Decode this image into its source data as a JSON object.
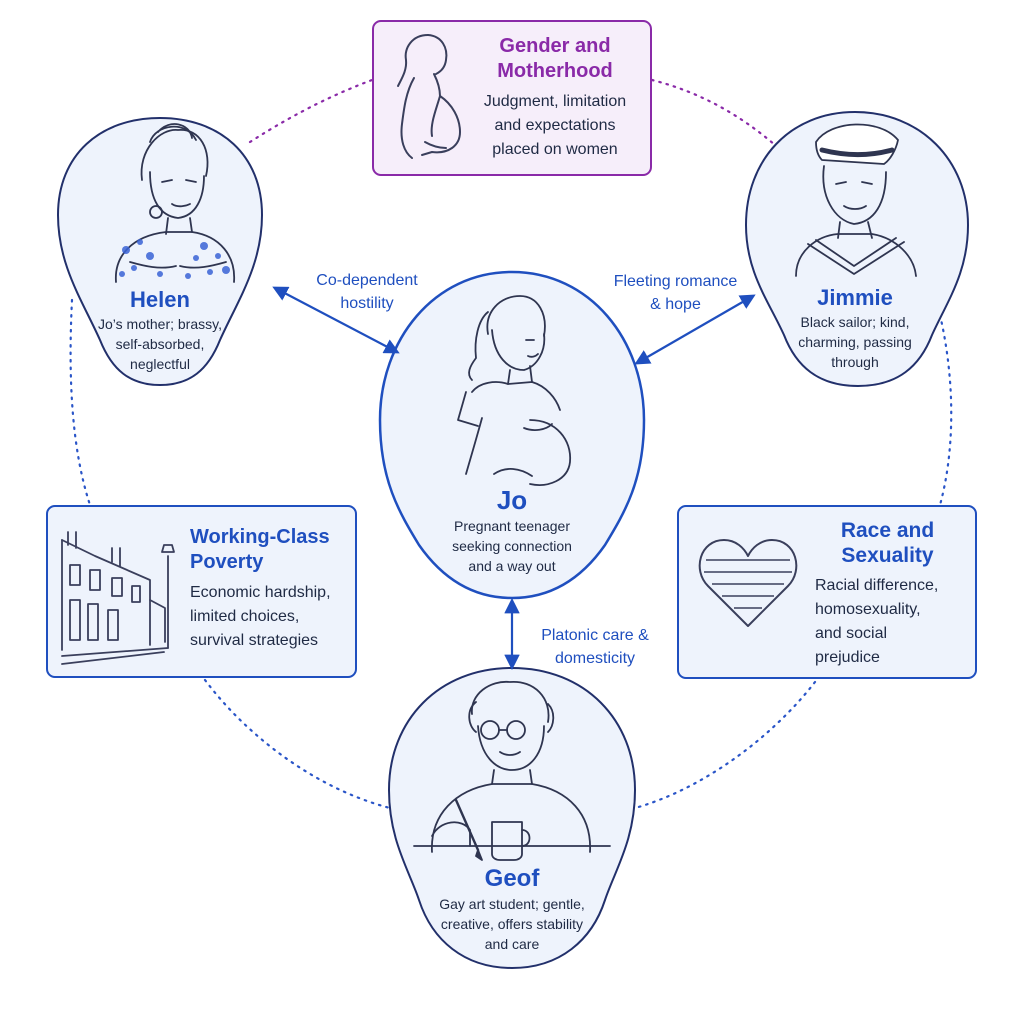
{
  "colors": {
    "primary": "#1f4fbf",
    "node_fill": "#eef3fc",
    "ink": "#1f2a44",
    "purple": "#8a2aa8",
    "purple_fill": "#f6eefa"
  },
  "characters": {
    "jo": {
      "name": "Jo",
      "desc": [
        "Pregnant teenager",
        "seeking connection",
        "and a way out"
      ]
    },
    "helen": {
      "name": "Helen",
      "desc": [
        "Jo’s mother; brassy,",
        "self-absorbed,",
        "neglectful"
      ]
    },
    "jimmie": {
      "name": "Jimmie",
      "desc": [
        "Black sailor; kind,",
        "charming, passing",
        "through"
      ]
    },
    "geof": {
      "name": "Geof",
      "desc": [
        "Gay art student; gentle,",
        "creative, offers stability",
        "and care"
      ]
    }
  },
  "relations": {
    "helen_jo": [
      "Co-dependent",
      "hostility"
    ],
    "jimmie_jo": [
      "Fleeting romance",
      "& hope"
    ],
    "geof_jo": [
      "Platonic care &",
      "domesticity"
    ]
  },
  "themes": {
    "gender": {
      "title": [
        "Gender and",
        "Motherhood"
      ],
      "desc": [
        "Judgment, limitation",
        "and expectations",
        "placed on women"
      ],
      "icon": "pregnant-woman-icon"
    },
    "poverty": {
      "title": [
        "Working-Class",
        "Poverty"
      ],
      "desc": [
        "Economic hardship,",
        "limited choices,",
        "survival strategies"
      ],
      "icon": "terraced-houses-icon"
    },
    "race": {
      "title": [
        "Race and",
        "Sexuality"
      ],
      "desc": [
        "Racial difference,",
        "homosexuality,",
        "and social",
        "prejudice"
      ],
      "icon": "striped-heart-icon"
    }
  }
}
